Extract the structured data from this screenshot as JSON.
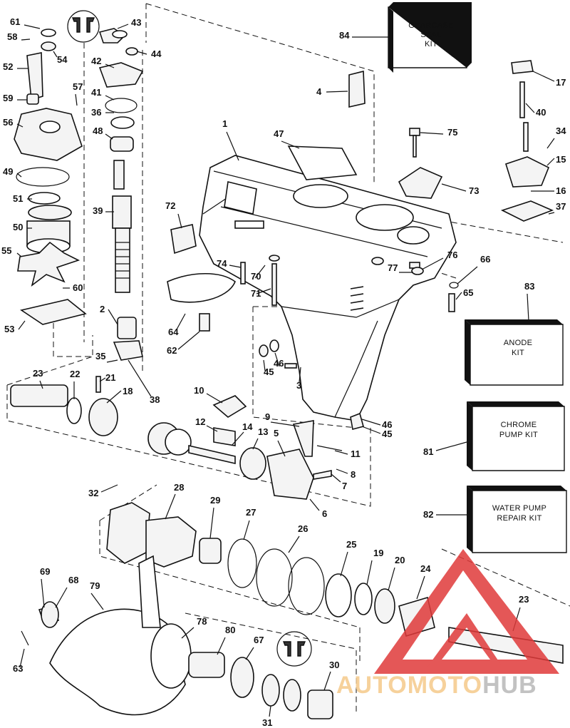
{
  "part_numbers": [
    "1",
    "2",
    "3",
    "4",
    "5",
    "6",
    "7",
    "8",
    "9",
    "10",
    "11",
    "12",
    "13",
    "14",
    "15",
    "16",
    "17",
    "18",
    "19",
    "20",
    "21",
    "22",
    "23",
    "23",
    "24",
    "25",
    "26",
    "27",
    "28",
    "29",
    "30",
    "31",
    "32",
    "34",
    "35",
    "36",
    "37",
    "38",
    "39",
    "40",
    "41",
    "42",
    "43",
    "44",
    "45",
    "45",
    "46",
    "46",
    "47",
    "48",
    "49",
    "50",
    "51",
    "52",
    "53",
    "54",
    "55",
    "56",
    "57",
    "58",
    "59",
    "60",
    "61",
    "62",
    "63",
    "64",
    "65",
    "66",
    "67",
    "68",
    "69",
    "70",
    "71",
    "72",
    "73",
    "74",
    "75",
    "76",
    "77",
    "78",
    "79",
    "80",
    "81",
    "82",
    "83",
    "84"
  ],
  "kits": {
    "gearcase_seal": [
      "GEARCASE",
      "SEAL",
      "KIT"
    ],
    "anode": [
      "ANODE",
      "KIT"
    ],
    "chrome_pump": [
      "CHROME",
      "PUMP KIT"
    ],
    "water_pump_repair": [
      "WATER PUMP",
      "REPAIR KIT"
    ]
  },
  "watermark": {
    "part1": "AUTOMOTO",
    "part2": "HUB",
    "color1": "#f5c98a",
    "color2": "#b8b8b8",
    "triangle_color": "#e03a3a"
  }
}
